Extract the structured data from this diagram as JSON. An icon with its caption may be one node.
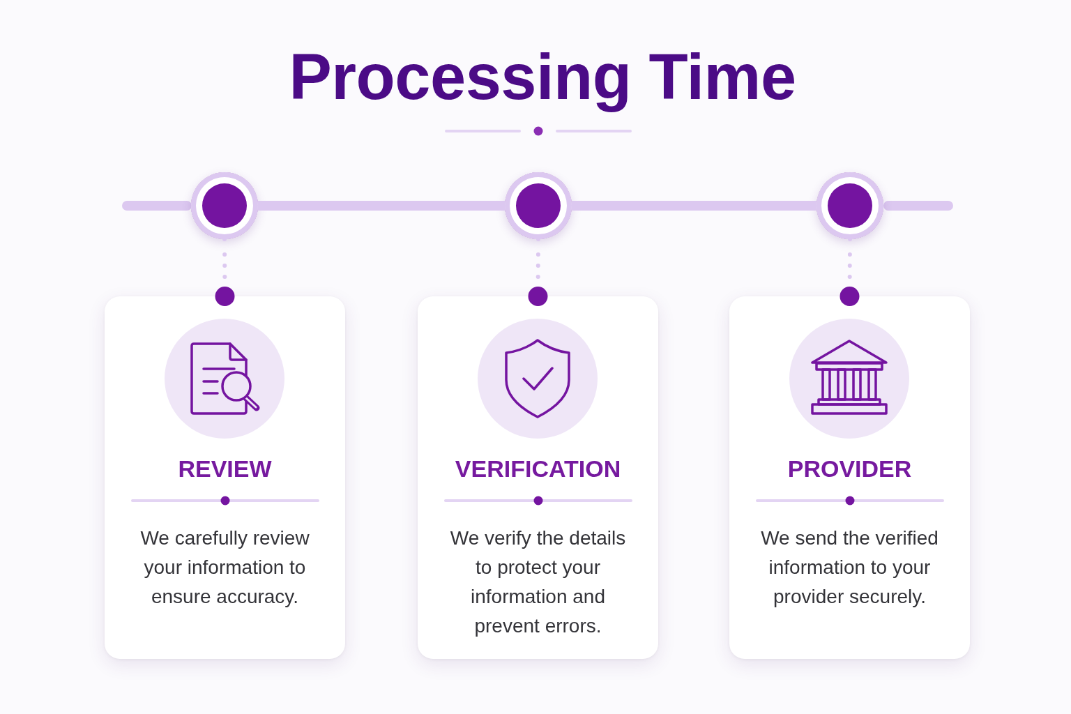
{
  "diagram": {
    "title": "Processing Time",
    "nodes": [
      {
        "text": [],
        "shape": "circle"
      },
      {
        "text": [],
        "shape": "circle"
      },
      {
        "text": [],
        "shape": "circle"
      },
      {
        "text": [
          "REVIEW",
          "We carefully review your information to ensure accuracy."
        ]
      },
      {
        "text": [
          "VERIFICATION",
          "We verify the details to protect your information and prevent errors."
        ]
      },
      {
        "text": [
          "PROVIDER",
          "We send the verified information to your provider securely."
        ]
      }
    ],
    "edges": [
      {
        "from": 0,
        "to": 1,
        "arrow": "none",
        "style": "thick"
      },
      {
        "from": 1,
        "to": 2,
        "arrow": "none",
        "style": "thick"
      },
      {
        "from": 0,
        "to": 3,
        "arrow": "other",
        "style": "dashed"
      },
      {
        "from": 1,
        "to": 4,
        "arrow": "other",
        "style": "dashed"
      },
      {
        "from": 2,
        "to": 5,
        "arrow": "other",
        "style": "dashed"
      }
    ]
  }
}
